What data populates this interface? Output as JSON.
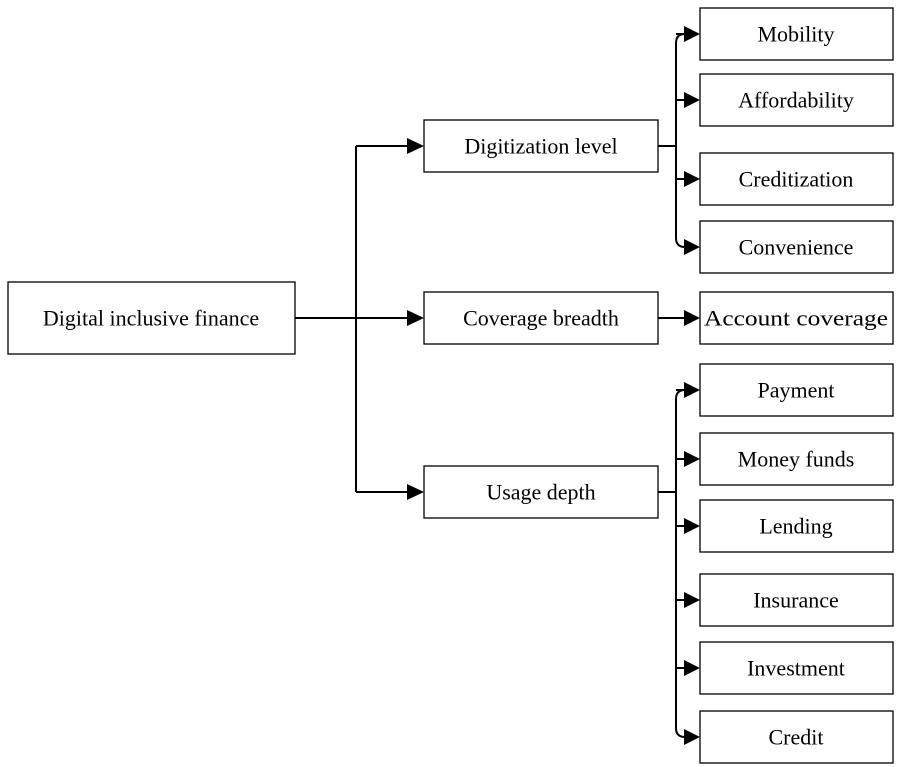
{
  "root": {
    "label": "Digital inclusive finance"
  },
  "branches": [
    {
      "label": "Digitization level",
      "children": [
        "Mobility",
        "Affordability",
        "Creditization",
        "Convenience"
      ]
    },
    {
      "label": "Coverage breadth",
      "children": [
        "Account coverage"
      ]
    },
    {
      "label": "Usage depth",
      "children": [
        "Payment",
        "Money funds",
        "Lending",
        "Insurance",
        "Investment",
        "Credit"
      ]
    }
  ]
}
